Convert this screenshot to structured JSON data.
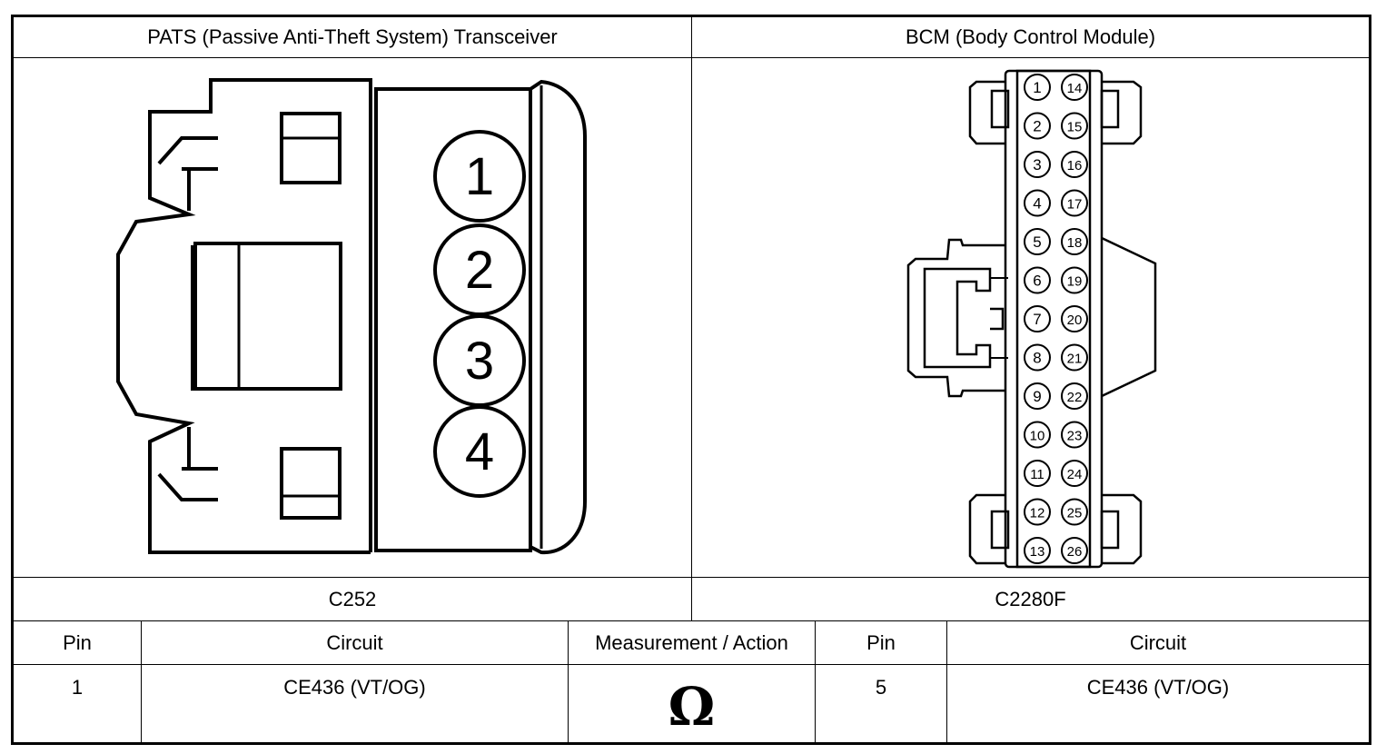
{
  "left_header": "PATS (Passive Anti-Theft System) Transceiver",
  "right_header": "BCM (Body Control Module)",
  "left_connector_id": "C252",
  "right_connector_id": "C2280F",
  "pats_pins": [
    "1",
    "2",
    "3",
    "4"
  ],
  "bcm_pins_left": [
    "1",
    "2",
    "3",
    "4",
    "5",
    "6",
    "7",
    "8",
    "9",
    "10",
    "11",
    "12",
    "13"
  ],
  "bcm_pins_right": [
    "14",
    "15",
    "16",
    "17",
    "18",
    "19",
    "20",
    "21",
    "22",
    "23",
    "24",
    "25",
    "26"
  ],
  "table": {
    "headers": [
      "Pin",
      "Circuit",
      "Measurement / Action",
      "Pin",
      "Circuit"
    ],
    "row": [
      "1",
      "CE436 (VT/OG)",
      "Ω",
      "5",
      "CE436 (VT/OG)"
    ]
  }
}
